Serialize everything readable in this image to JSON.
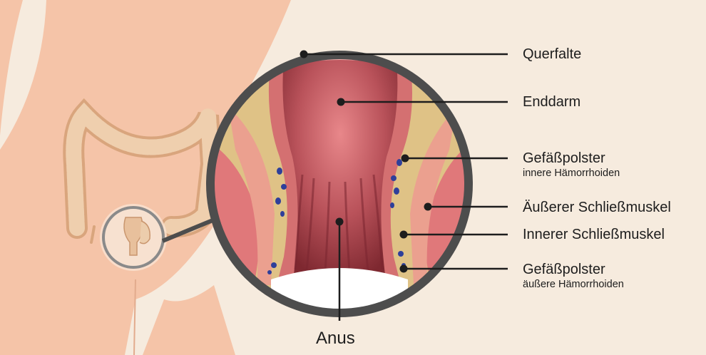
{
  "labels": {
    "querfalte": "Querfalte",
    "enddarm": "Enddarm",
    "gefaesspolster_innen": {
      "title": "Gefäßpolster",
      "sub": "innere Hämorrhoiden"
    },
    "aeusserer_schliessmuskel": "Äußerer Schließmuskel",
    "innerer_schliessmuskel": "Innerer Schließmuskel",
    "gefaesspolster_aussen": {
      "title": "Gefäßpolster",
      "sub": "äußere Hämorrhoiden"
    },
    "anus": "Anus"
  },
  "colors": {
    "background": "#f6ebde",
    "body_skin": "#f5c4a8",
    "colon": "#ebc8a6",
    "magnifier_ring": "#4d4d4d",
    "rectum_wall": "#a8414a",
    "muscle": "#e0787a",
    "fat": "#dfc286",
    "vessels": "#2e3f9a",
    "leader_line": "#1d1d1d"
  }
}
